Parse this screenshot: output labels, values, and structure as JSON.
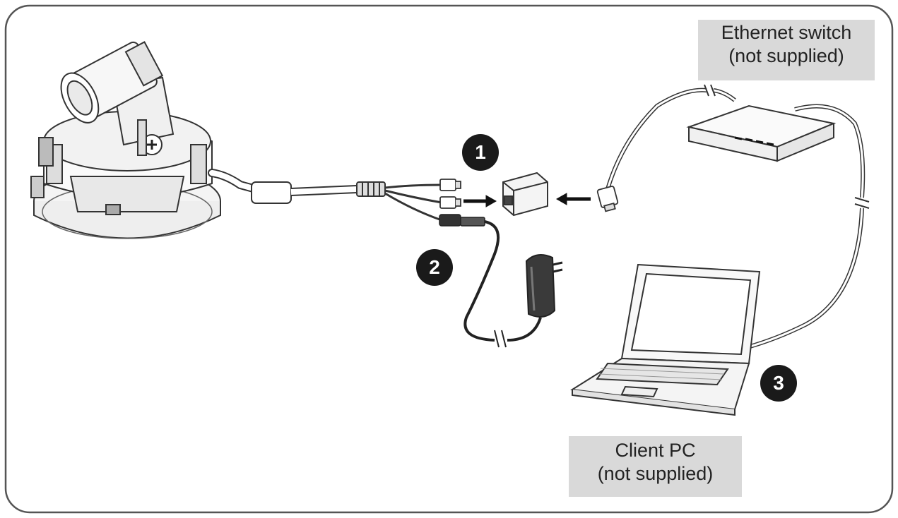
{
  "labels": {
    "switch": {
      "line1": "Ethernet switch",
      "line2": "(not supplied)"
    },
    "pc": {
      "line1": "Client PC",
      "line2": "(not supplied)"
    }
  },
  "steps": [
    "1",
    "2",
    "3"
  ],
  "colors": {
    "label_bg": "#d9d9d9",
    "step_bg": "#1a1a1a",
    "line": "#333333",
    "frame": "#555555"
  },
  "icons": [
    "dome-camera-icon",
    "rj45-coupler-icon",
    "power-adapter-icon",
    "ethernet-switch-icon",
    "laptop-icon",
    "rj45-plug-icon"
  ]
}
